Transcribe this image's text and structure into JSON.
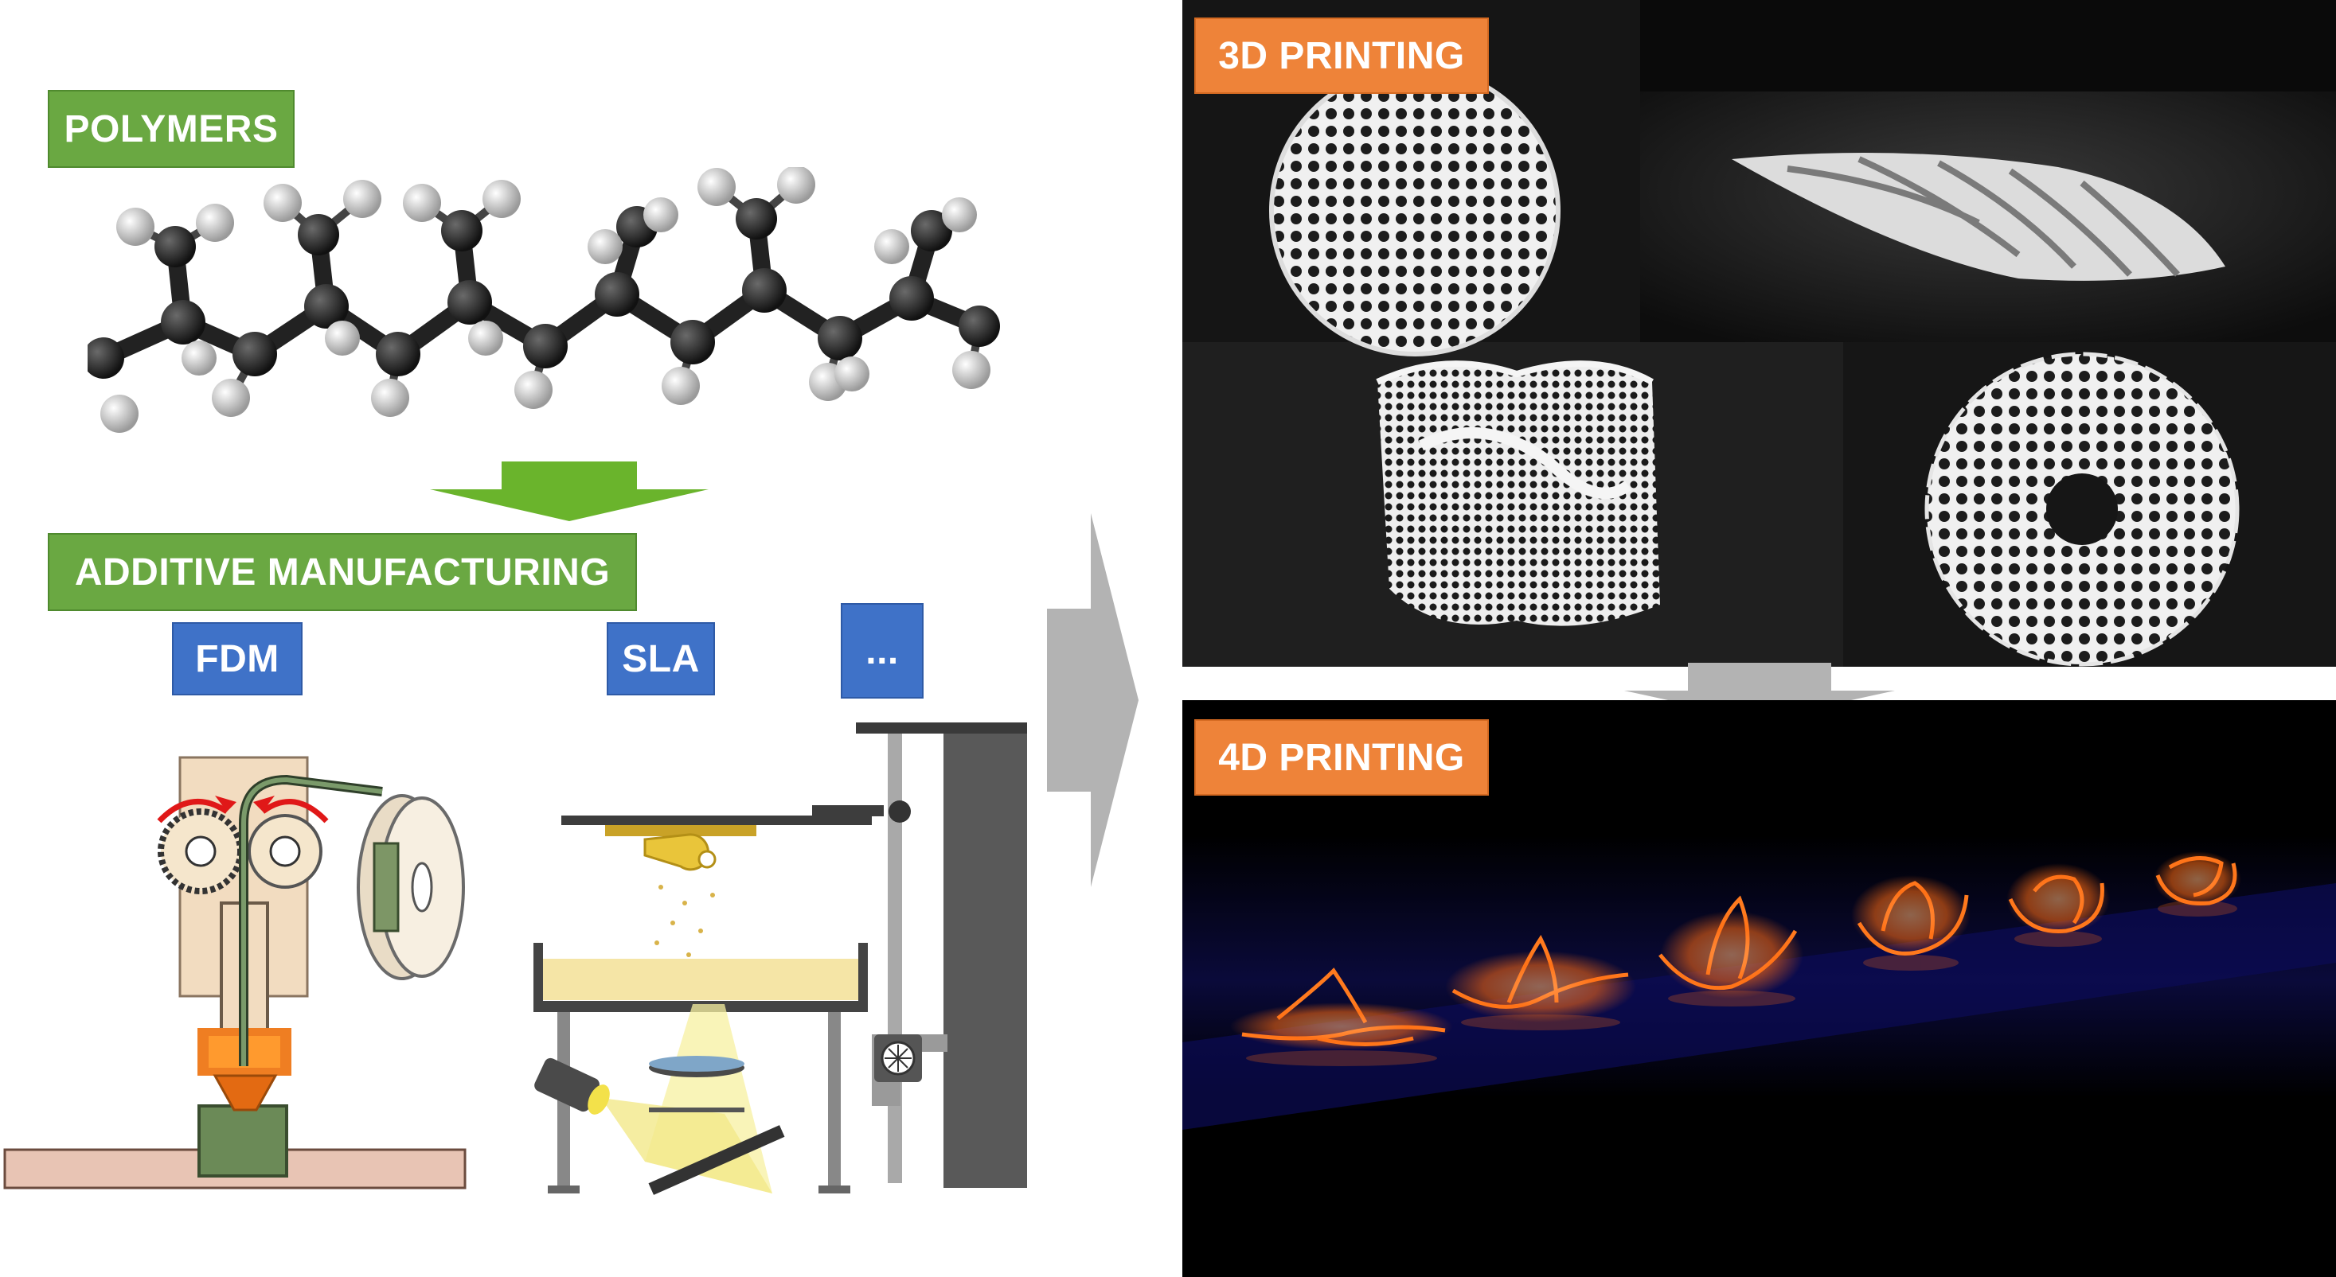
{
  "labels": {
    "polymers": "POLYMERS",
    "additive_manufacturing": "ADDITIVE MANUFACTURING",
    "fdm": "FDM",
    "sla": "SLA",
    "more": "...",
    "printing_3d": "3D PRINTING",
    "printing_4d": "4D PRINTING"
  },
  "colors": {
    "green_label": "#6aa842",
    "blue_label": "#3f72c8",
    "orange_label": "#ee8339",
    "arrow_green": "#6ab42c",
    "arrow_gray": "#b3b3b3",
    "photo_background": "#000000",
    "glow_orange": "#ff7a1e"
  },
  "icons": {
    "polymer_chain": "ball-and-stick-molecule",
    "fdm_printer": "fdm-extruder-schematic",
    "sla_printer": "sla-printer-schematic",
    "lattice_objects": "3d-printed-lattice-sculptures",
    "shape_morphing": "4d-printed-folding-flowers"
  }
}
